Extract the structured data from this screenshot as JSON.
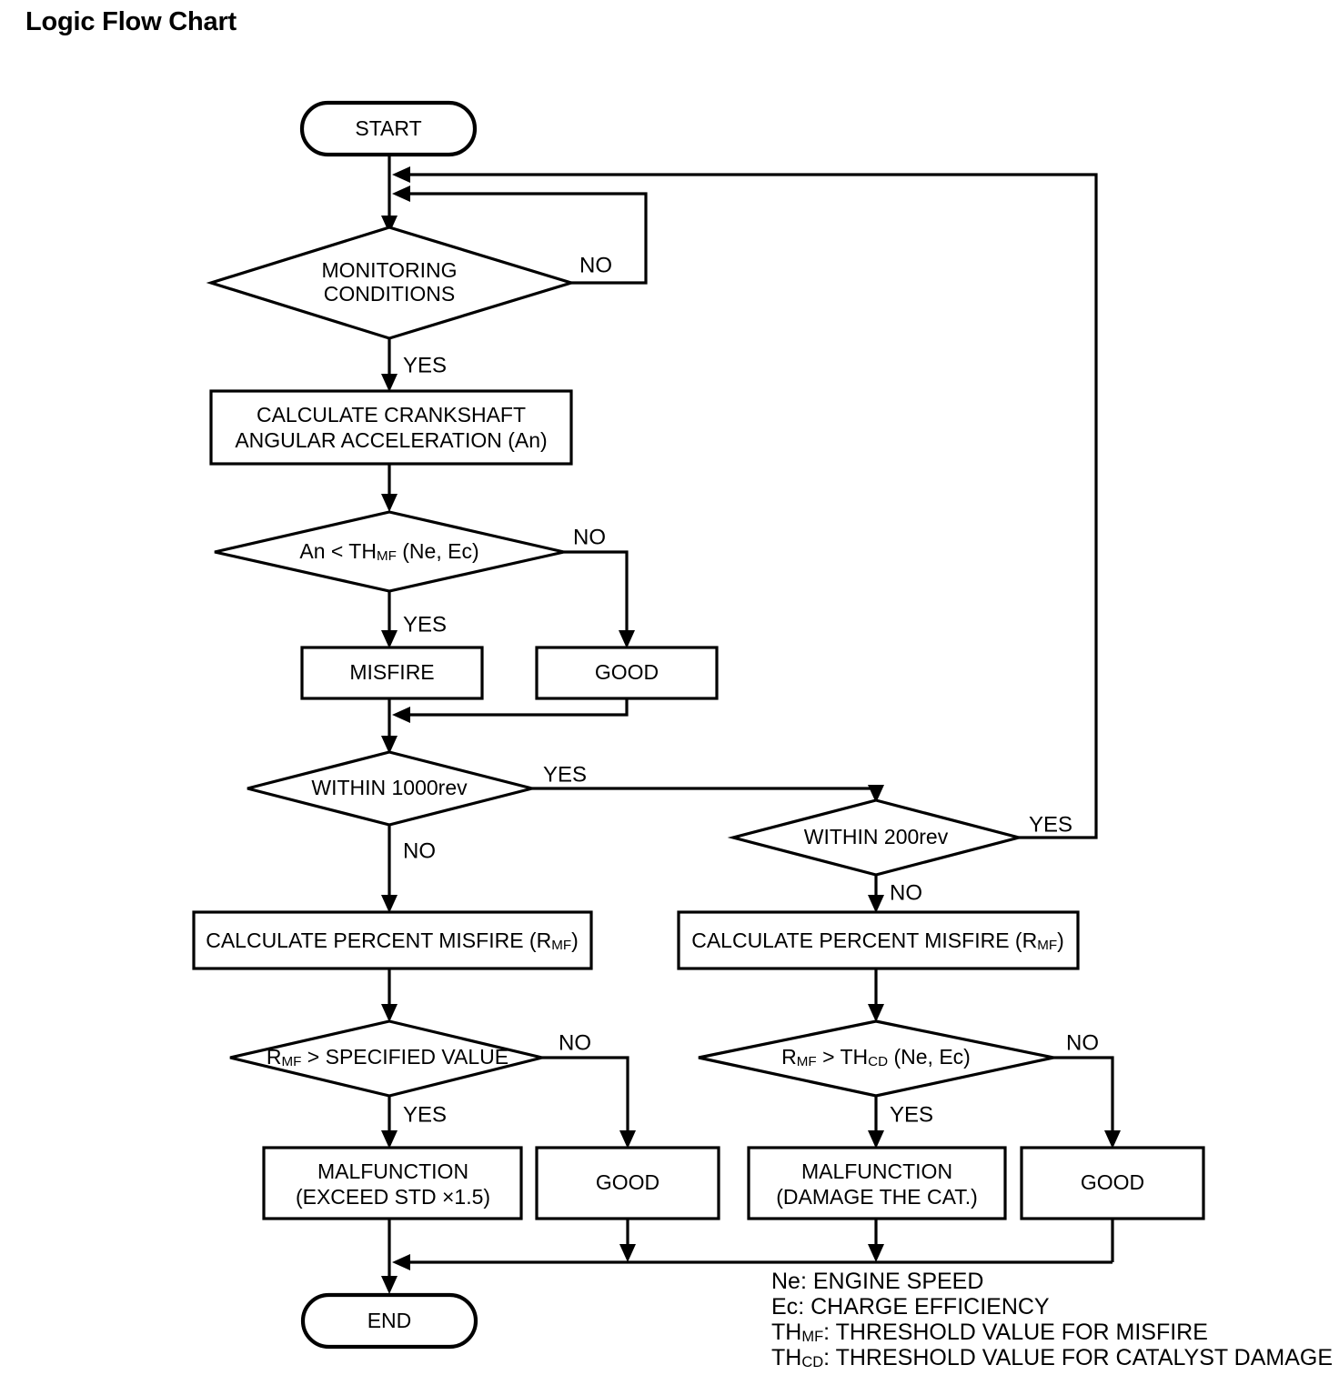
{
  "page": {
    "title": "Logic Flow Chart"
  },
  "chart_data": {
    "type": "flowchart",
    "title": "Logic Flow Chart",
    "orientation": "top-down",
    "nodes": [
      {
        "id": "start",
        "shape": "terminator",
        "label": "START"
      },
      {
        "id": "monitoring",
        "shape": "decision",
        "label_line1": "MONITORING",
        "label_line2": "CONDITIONS"
      },
      {
        "id": "calc_accel",
        "shape": "process",
        "label_line1": "CALCULATE CRANKSHAFT",
        "label_line2": "ANGULAR ACCELERATION (An)"
      },
      {
        "id": "an_lt_thmf",
        "shape": "decision",
        "label_pre": "An < TH",
        "label_sub": "MF",
        "label_post": " (Ne,  Ec)"
      },
      {
        "id": "misfire",
        "shape": "process",
        "label": "MISFIRE"
      },
      {
        "id": "good_1",
        "shape": "process",
        "label": "GOOD"
      },
      {
        "id": "within_1000",
        "shape": "decision",
        "label": "WITHIN 1000rev"
      },
      {
        "id": "within_200",
        "shape": "decision",
        "label": "WITHIN 200rev"
      },
      {
        "id": "calc_pct_l",
        "shape": "process",
        "label_pre": "CALCULATE PERCENT MISFIRE (R",
        "label_sub": "MF",
        "label_post": ")"
      },
      {
        "id": "calc_pct_r",
        "shape": "process",
        "label_pre": "CALCULATE PERCENT MISFIRE (R",
        "label_sub": "MF",
        "label_post": ")"
      },
      {
        "id": "rmf_spec",
        "shape": "decision",
        "label_pre": "R",
        "label_sub": "MF",
        "label_post": " > SPECIFIED VALUE"
      },
      {
        "id": "rmf_thcd",
        "shape": "decision",
        "label_pre": "R",
        "label_sub": "MF",
        "label_post": " > TH",
        "label_sub2": "CD",
        "label_post2": " (Ne, Ec)"
      },
      {
        "id": "malf_std",
        "shape": "process",
        "label_line1": "MALFUNCTION",
        "label_line2": "(EXCEED STD  ×1.5)"
      },
      {
        "id": "good_2",
        "shape": "process",
        "label": "GOOD"
      },
      {
        "id": "malf_cat",
        "shape": "process",
        "label_line1": "MALFUNCTION",
        "label_line2": "(DAMAGE THE CAT.)"
      },
      {
        "id": "good_3",
        "shape": "process",
        "label": "GOOD"
      },
      {
        "id": "end",
        "shape": "terminator",
        "label": "END"
      }
    ],
    "edges": [
      {
        "from": "start",
        "to": "monitoring",
        "label": ""
      },
      {
        "from": "monitoring",
        "to": "calc_accel",
        "label": "YES"
      },
      {
        "from": "monitoring",
        "to": "monitoring",
        "label": "NO"
      },
      {
        "from": "calc_accel",
        "to": "an_lt_thmf",
        "label": ""
      },
      {
        "from": "an_lt_thmf",
        "to": "misfire",
        "label": "YES"
      },
      {
        "from": "an_lt_thmf",
        "to": "good_1",
        "label": "NO"
      },
      {
        "from": "misfire",
        "to": "within_1000",
        "label": ""
      },
      {
        "from": "good_1",
        "to": "within_1000",
        "label": ""
      },
      {
        "from": "within_1000",
        "to": "within_200",
        "label": "YES"
      },
      {
        "from": "within_1000",
        "to": "calc_pct_l",
        "label": "NO"
      },
      {
        "from": "within_200",
        "to": "monitoring",
        "label": "YES"
      },
      {
        "from": "within_200",
        "to": "calc_pct_r",
        "label": "NO"
      },
      {
        "from": "calc_pct_l",
        "to": "rmf_spec",
        "label": ""
      },
      {
        "from": "calc_pct_r",
        "to": "rmf_thcd",
        "label": ""
      },
      {
        "from": "rmf_spec",
        "to": "malf_std",
        "label": "YES"
      },
      {
        "from": "rmf_spec",
        "to": "good_2",
        "label": "NO"
      },
      {
        "from": "rmf_thcd",
        "to": "malf_cat",
        "label": "YES"
      },
      {
        "from": "rmf_thcd",
        "to": "good_3",
        "label": "NO"
      },
      {
        "from": "malf_std",
        "to": "end",
        "label": ""
      },
      {
        "from": "good_2",
        "to": "end",
        "label": ""
      },
      {
        "from": "malf_cat",
        "to": "end",
        "label": ""
      },
      {
        "from": "good_3",
        "to": "end",
        "label": ""
      }
    ],
    "edge_labels": {
      "monitoring_no": "NO",
      "monitoring_yes": "YES",
      "an_no": "NO",
      "an_yes": "YES",
      "rev1000_yes": "YES",
      "rev1000_no": "NO",
      "rev200_yes": "YES",
      "rev200_no": "NO",
      "spec_no": "NO",
      "spec_yes": "YES",
      "thcd_no": "NO",
      "thcd_yes": "YES"
    }
  },
  "nodes": {
    "start": {
      "label": "START"
    },
    "monitoring": {
      "line1": "MONITORING",
      "line2": "CONDITIONS"
    },
    "calc_accel": {
      "line1": "CALCULATE CRANKSHAFT",
      "line2": "ANGULAR ACCELERATION (An)"
    },
    "an_lt_thmf": {
      "pre": "An < TH",
      "sub": "MF",
      "post": " (Ne,  Ec)"
    },
    "misfire": {
      "label": "MISFIRE"
    },
    "good_1": {
      "label": "GOOD"
    },
    "within_1000": {
      "label": "WITHIN 1000rev"
    },
    "within_200": {
      "label": "WITHIN 200rev"
    },
    "calc_pct_l": {
      "pre": "CALCULATE PERCENT MISFIRE (R",
      "sub": "MF",
      "post": ")"
    },
    "calc_pct_r": {
      "pre": "CALCULATE PERCENT MISFIRE (R",
      "sub": "MF",
      "post": ")"
    },
    "rmf_spec": {
      "pre": "R",
      "sub": "MF",
      "post": " > SPECIFIED VALUE"
    },
    "rmf_thcd": {
      "pre": "R",
      "sub": "MF",
      "mid": " > TH",
      "sub2": "CD",
      "post": " (Ne, Ec)"
    },
    "malf_std": {
      "line1": "MALFUNCTION",
      "line2": "(EXCEED STD  ×1.5)"
    },
    "good_2": {
      "label": "GOOD"
    },
    "malf_cat": {
      "line1": "MALFUNCTION",
      "line2": "(DAMAGE THE CAT.)"
    },
    "good_3": {
      "label": "GOOD"
    },
    "end": {
      "label": "END"
    }
  },
  "legend": {
    "lines": [
      {
        "term": "Ne",
        "sub": "",
        "desc": ": ENGINE SPEED"
      },
      {
        "term": "Ec",
        "sub": "",
        "desc": ": CHARGE EFFICIENCY"
      },
      {
        "term": "TH",
        "sub": "MF",
        "desc": ": THRESHOLD VALUE FOR MISFIRE"
      },
      {
        "term": "TH",
        "sub": "CD",
        "desc": ": THRESHOLD VALUE FOR CATALYST DAMAGE"
      }
    ]
  },
  "colors": {
    "stroke": "#000000",
    "fill": "#ffffff",
    "text": "#000000"
  }
}
